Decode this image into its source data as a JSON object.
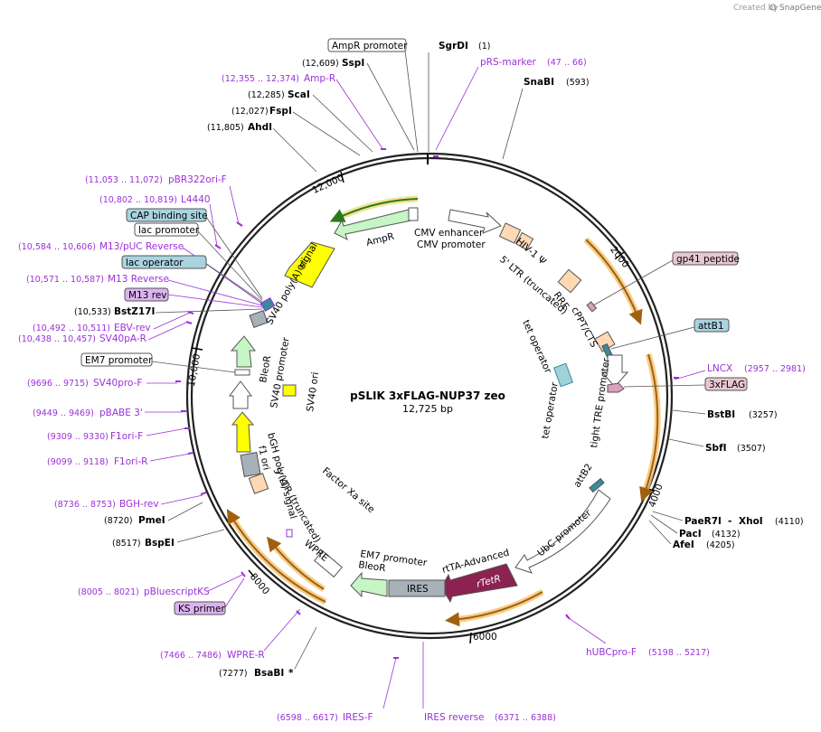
{
  "watermark": {
    "prefix": "Created by",
    "brand": "SnapGene"
  },
  "plasmid": {
    "name": "pSLIK 3xFLAG-NUP37 zeo",
    "size": "12,725 bp"
  },
  "ticks": [
    "2000",
    "4000",
    "6000",
    "8000",
    "10,000",
    "12,000"
  ],
  "left_labels": {
    "ampr_promoter": "AmpR promoter",
    "sspi": {
      "coord": "(12,609)",
      "name": "SspI"
    },
    "ampr_primer": {
      "coord": "(12,355 .. 12,374)",
      "name": "Amp-R"
    },
    "scai": {
      "coord": "(12,285)",
      "name": "ScaI"
    },
    "fspi": {
      "coord": "(12,027)",
      "name": "FspI"
    },
    "ahdi": {
      "coord": "(11,805)",
      "name": "AhdI"
    },
    "pbr322": {
      "coord": "(11,053 .. 11,072)",
      "name": "pBR322ori-F"
    },
    "l4440": {
      "coord": "(10,802 .. 10,819)",
      "name": "L4440"
    },
    "cap_binding": "CAP binding site",
    "lac_promoter": "lac promoter",
    "m13puc": {
      "coord": "(10,584 .. 10,606)",
      "name": "M13/pUC Reverse"
    },
    "lac_operator": "lac operator",
    "m13rev_p": {
      "coord": "(10,571 .. 10,587)",
      "name": "M13 Reverse"
    },
    "m13rev_box": "M13 rev",
    "bstz17i": {
      "coord": "(10,533)",
      "name": "BstZ17I"
    },
    "ebvrev": {
      "coord": "(10,492 .. 10,511)",
      "name": "EBV-rev"
    },
    "sv40par": {
      "coord": "(10,438 .. 10,457)",
      "name": "SV40pA-R"
    },
    "em7_promoter": "EM7 promoter",
    "sv40pro": {
      "coord": "(9696 .. 9715)",
      "name": "SV40pro-F"
    },
    "pbabe3": {
      "coord": "(9449 .. 9469)",
      "name": "pBABE 3'"
    },
    "f1orif": {
      "coord": "(9309 .. 9330)",
      "name": "F1ori-F"
    },
    "f1orir": {
      "coord": "(9099 .. 9118)",
      "name": "F1ori-R"
    },
    "bghrev": {
      "coord": "(8736 .. 8753)",
      "name": "BGH-rev"
    },
    "pmei": {
      "coord": "(8720)",
      "name": "PmeI"
    },
    "bspei": {
      "coord": "(8517)",
      "name": "BspEI"
    },
    "pbluescript": {
      "coord": "(8005 .. 8021)",
      "name": "pBluescriptKS"
    },
    "ks_primer": "KS primer",
    "wprer": {
      "coord": "(7466 .. 7486)",
      "name": "WPRE-R"
    },
    "bsabi": {
      "coord": "(7277)",
      "name": "BsaBI",
      "mark": "*"
    }
  },
  "right_labels": {
    "sgrdi": {
      "name": "SgrDI",
      "coord": "(1)"
    },
    "prs": {
      "name": "pRS-marker",
      "coord": "(47 .. 66)"
    },
    "snabi": {
      "name": "SnaBI",
      "coord": "(593)"
    },
    "gp41": "gp41 peptide",
    "attb1": "attB1",
    "lncx": {
      "name": "LNCX",
      "coord": "(2957 .. 2981)"
    },
    "flag3": "3xFLAG",
    "bstbi": {
      "name": "BstBI",
      "coord": "(3257)"
    },
    "sbfi": {
      "name": "SbfI",
      "coord": "(3507)"
    },
    "paer7i": {
      "name": "PaeR7I",
      "sep": " - ",
      "name2": "XhoI",
      "coord": "(4110)"
    },
    "paci": {
      "name": "PacI",
      "coord": "(4132)"
    },
    "afei": {
      "name": "AfeI",
      "coord": "(4205)"
    },
    "hubcpro": {
      "name": "hUBCpro-F",
      "coord": "(5198 .. 5217)"
    },
    "iresrev": {
      "name": "IRES reverse",
      "coord": "(6371 .. 6388)"
    },
    "iresf": {
      "name": "IRES-F",
      "coord": "(6598 .. 6617)"
    }
  },
  "features": {
    "cmv_enhancer": "CMV enhancer",
    "cmv_promoter": "CMV promoter",
    "ampr": "AmpR",
    "ori": "ori",
    "sv40_polya": "SV40 poly(A) signal",
    "bleor": "BleoR",
    "sv40_promoter": "SV40 promoter",
    "sv40_ori": "SV40 ori",
    "hiv_psi": "HIV-1 Ψ",
    "ltr5": "5' LTR (truncated)",
    "rre": "RRE",
    "cppt": "cPPT/CTS",
    "tet_operator1": "tet operator",
    "tet_operator2": "tet operator",
    "tight_tre": "tight TRE promoter",
    "attb2": "attB2",
    "ubc_promoter": "UbC promoter",
    "rtta": "rtTA-Advanced",
    "rtetr": "rTetR",
    "ires": "IRES",
    "em7_inner": "EM7 promoter",
    "bleor2": "BleoR",
    "wpre": "WPRE",
    "factor_xa": "Factor Xa site",
    "ltr5b": "5' LTR (truncated)",
    "bgh": "bGH poly(A) signal",
    "f1ori": "f1 ori"
  },
  "colors": {
    "backbone": "#222222",
    "primer": "#9b30d9",
    "ampr": "#c6f5c6",
    "ori": "#ffff00",
    "promoter": "#ffffff",
    "ltr": "#ffd9b3",
    "rtetr": "#8b2252",
    "highlight": "#f5c26b",
    "label_box_blue": "#a9d3df",
    "label_box_pink": "#e8c8d0",
    "label_box_violet": "#dcb3f0"
  }
}
